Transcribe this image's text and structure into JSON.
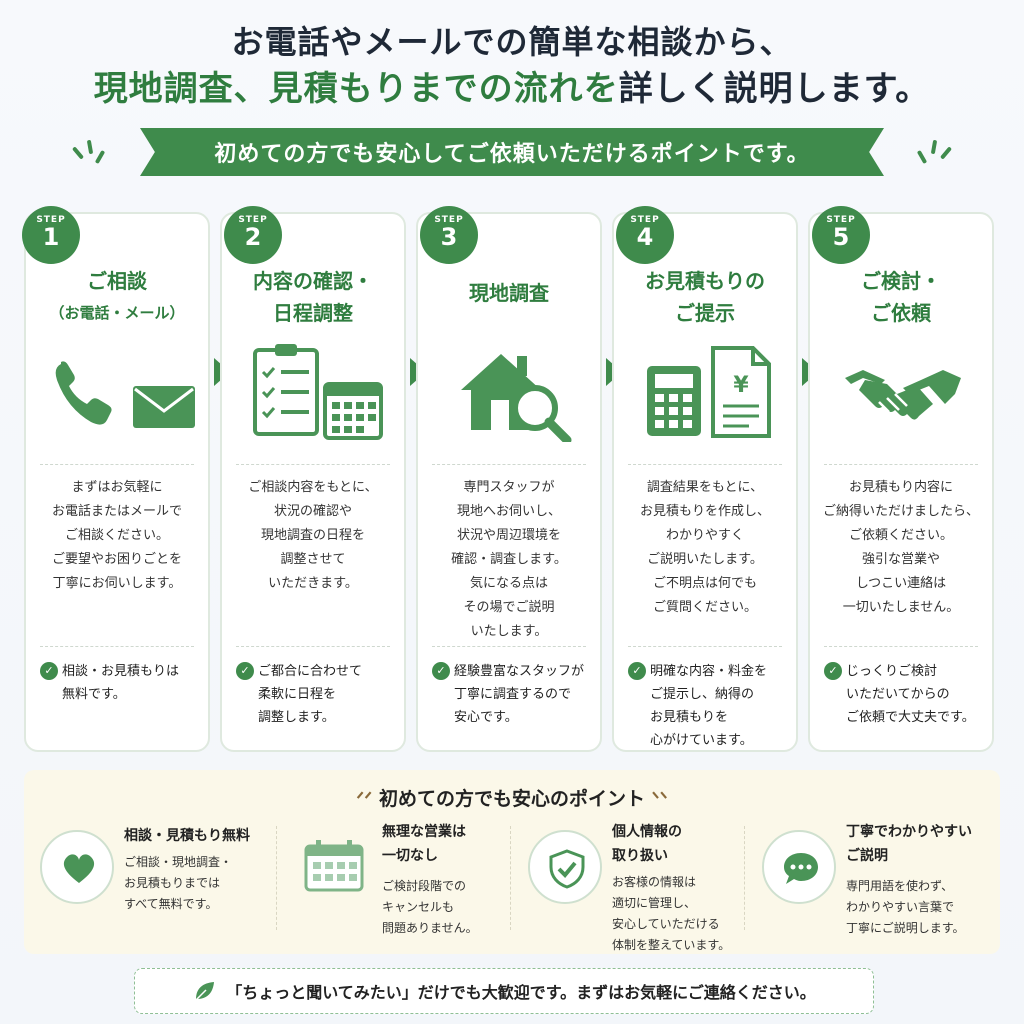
{
  "header": {
    "line1": "お電話やメールでの簡単な相談から、",
    "line2_green1": "現地調査、見積もりまでの流れ",
    "line2_dark1": "を",
    "line2_dark2": "詳しく説明します。",
    "ribbon": "初めての方でも安心してご依頼いただけるポイントです。"
  },
  "steps": [
    {
      "step": "STEP",
      "num": "1",
      "title1": "ご相談",
      "title2": "（お電話・メール）",
      "desc": [
        "まずはお気軽に",
        "お電話またはメールで",
        "ご相談ください。",
        "ご要望やお困りごとを",
        "丁寧にお伺いします。"
      ],
      "note": [
        "相談・お見積もりは",
        "無料です。"
      ],
      "icon": "phone-mail-icon"
    },
    {
      "step": "STEP",
      "num": "2",
      "title1": "内容の確認・",
      "title2": "日程調整",
      "desc": [
        "ご相談内容をもとに、",
        "状況の確認や",
        "現地調査の日程を",
        "調整させて",
        "いただきます。"
      ],
      "note": [
        "ご都合に合わせて",
        "柔軟に日程を",
        "調整します。"
      ],
      "icon": "checklist-calendar-icon"
    },
    {
      "step": "STEP",
      "num": "3",
      "title1": "現地調査",
      "title2": "",
      "desc": [
        "専門スタッフが",
        "現地へお伺いし、",
        "状況や周辺環境を",
        "確認・調査します。",
        "気になる点は",
        "その場でご説明",
        "いたします。"
      ],
      "note": [
        "経験豊富なスタッフが",
        "丁寧に調査するので",
        "安心です。"
      ],
      "icon": "house-magnifier-icon"
    },
    {
      "step": "STEP",
      "num": "4",
      "title1": "お見積もりの",
      "title2": "ご提示",
      "desc": [
        "調査結果をもとに、",
        "お見積もりを作成し、",
        "わかりやすく",
        "ご説明いたします。",
        "ご不明点は何でも",
        "ご質問ください。"
      ],
      "note": [
        "明確な内容・料金を",
        "ご提示し、納得の",
        "お見積もりを",
        "心がけています。"
      ],
      "icon": "calculator-document-icon"
    },
    {
      "step": "STEP",
      "num": "5",
      "title1": "ご検討・",
      "title2": "ご依頼",
      "desc": [
        "お見積もり内容に",
        "ご納得いただけましたら、",
        "ご依頼ください。",
        "強引な営業や",
        "しつこい連絡は",
        "一切いたしません。"
      ],
      "note": [
        "じっくりご検討",
        "いただいてからの",
        "ご依頼で大丈夫です。"
      ],
      "icon": "handshake-icon"
    }
  ],
  "points": {
    "heading": "初めての方でも安心のポイント",
    "items": [
      {
        "title": [
          "相談・見積もり無料"
        ],
        "desc": [
          "ご相談・現地調査・",
          "お見積もりまでは",
          "すべて無料です。"
        ],
        "icon": "heart-icon"
      },
      {
        "title": [
          "無理な営業は",
          "一切なし"
        ],
        "desc": [
          "ご検討段階での",
          "キャンセルも",
          "問題ありません。"
        ],
        "icon": "calendar-icon"
      },
      {
        "title": [
          "個人情報の",
          "取り扱い"
        ],
        "desc": [
          "お客様の情報は",
          "適切に管理し、",
          "安心していただける",
          "体制を整えています。"
        ],
        "icon": "shield-check-icon"
      },
      {
        "title": [
          "丁寧でわかりやすい",
          "ご説明"
        ],
        "desc": [
          "専門用語を使わず、",
          "わかりやすい言葉で",
          "丁寧にご説明します。"
        ],
        "icon": "chat-bubble-icon"
      }
    ]
  },
  "footer": {
    "message": "「ちょっと聞いてみたい」だけでも大歓迎です。まずはお気軽にご連絡ください。"
  },
  "colors": {
    "accent": "#3f8b4c",
    "title_green": "#2f7d3f",
    "points_bg": "#fbf8e9"
  }
}
